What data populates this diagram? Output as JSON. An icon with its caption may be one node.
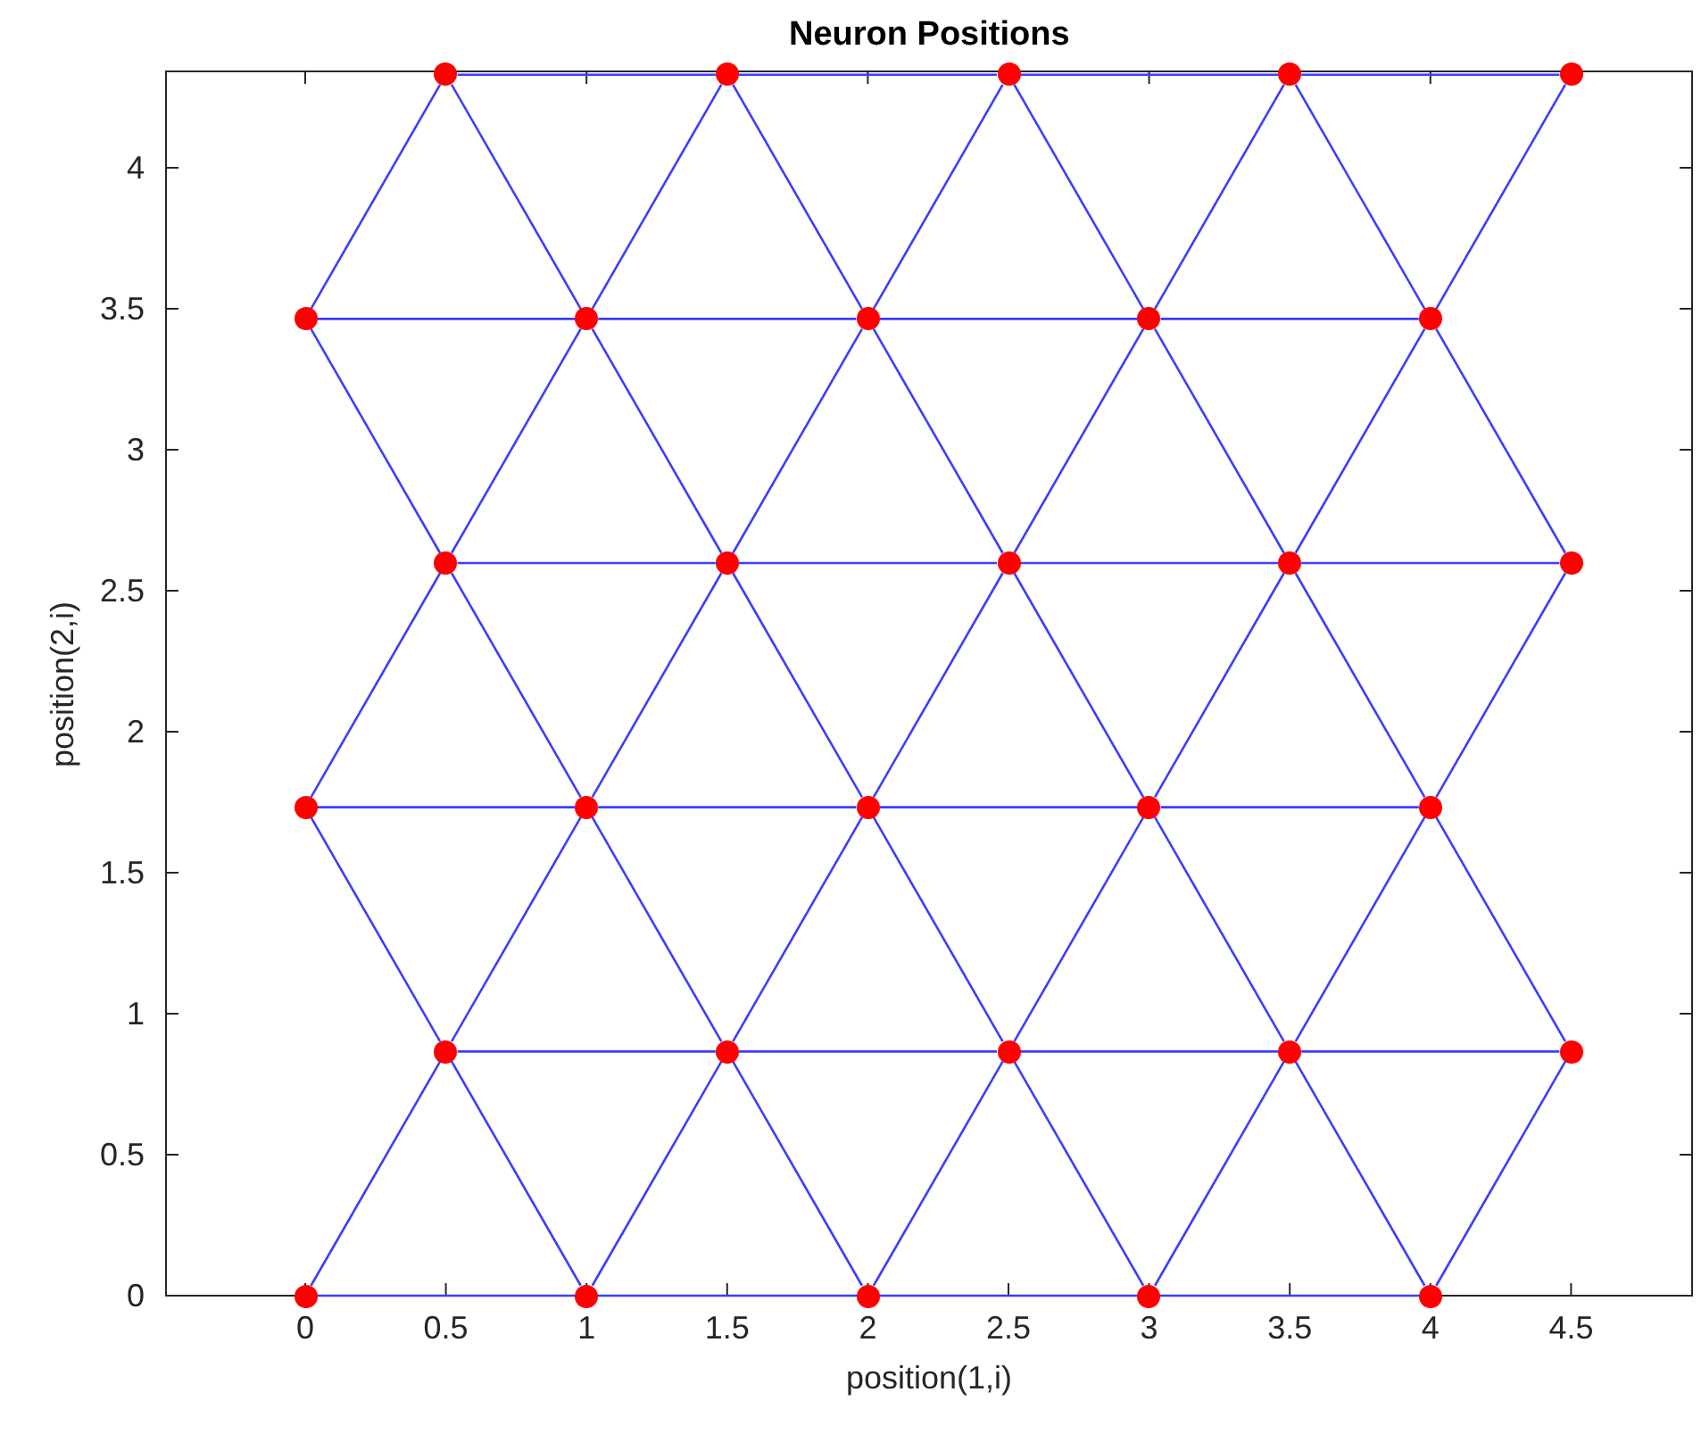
{
  "diagram": {
    "title": "Neuron Positions",
    "nodes": [
      {
        "text": [],
        "shape": "circle"
      },
      {
        "text": [],
        "shape": "circle"
      },
      {
        "text": [],
        "shape": "circle"
      },
      {
        "text": [],
        "shape": "circle"
      },
      {
        "text": [],
        "shape": "circle"
      },
      {
        "text": [],
        "shape": "circle"
      },
      {
        "text": [],
        "shape": "circle"
      },
      {
        "text": [],
        "shape": "circle"
      },
      {
        "text": [],
        "shape": "circle"
      },
      {
        "text": [],
        "shape": "circle"
      },
      {
        "text": [],
        "shape": "circle"
      },
      {
        "text": [],
        "shape": "circle"
      },
      {
        "text": [],
        "shape": "circle"
      },
      {
        "text": [],
        "shape": "circle"
      },
      {
        "text": [],
        "shape": "circle"
      },
      {
        "text": [],
        "shape": "circle"
      },
      {
        "text": [],
        "shape": "circle"
      },
      {
        "text": [],
        "shape": "circle"
      },
      {
        "text": [],
        "shape": "circle"
      },
      {
        "text": [],
        "shape": "circle"
      },
      {
        "text": [],
        "shape": "circle"
      },
      {
        "text": [],
        "shape": "circle"
      },
      {
        "text": [],
        "shape": "circle"
      },
      {
        "text": [],
        "shape": "circle"
      },
      {
        "text": [],
        "shape": "circle"
      },
      {
        "text": [],
        "shape": "circle"
      },
      {
        "text": [],
        "shape": "circle"
      },
      {
        "text": [],
        "shape": "circle"
      },
      {
        "text": [],
        "shape": "circle"
      },
      {
        "text": [],
        "shape": "circle"
      }
    ],
    "edges": [
      {
        "from": 0,
        "to": 1,
        "arrow": "none"
      },
      {
        "from": 1,
        "to": 2,
        "arrow": "none"
      },
      {
        "from": 2,
        "to": 3,
        "arrow": "none"
      },
      {
        "from": 3,
        "to": 4,
        "arrow": "none"
      },
      {
        "from": 0,
        "to": 5,
        "arrow": "none"
      },
      {
        "from": 0,
        "to": 6,
        "arrow": "none"
      },
      {
        "from": 1,
        "to": 6,
        "arrow": "none"
      },
      {
        "from": 1,
        "to": 7,
        "arrow": "none"
      },
      {
        "from": 2,
        "to": 7,
        "arrow": "none"
      },
      {
        "from": 2,
        "to": 8,
        "arrow": "none"
      },
      {
        "from": 3,
        "to": 8,
        "arrow": "none"
      },
      {
        "from": 3,
        "to": 9,
        "arrow": "none"
      },
      {
        "from": 4,
        "to": 9,
        "arrow": "none"
      },
      {
        "from": 5,
        "to": 6,
        "arrow": "none"
      },
      {
        "from": 6,
        "to": 7,
        "arrow": "none"
      },
      {
        "from": 7,
        "to": 8,
        "arrow": "none"
      },
      {
        "from": 8,
        "to": 9,
        "arrow": "none"
      },
      {
        "from": 5,
        "to": 10,
        "arrow": "none"
      },
      {
        "from": 6,
        "to": 10,
        "arrow": "none"
      },
      {
        "from": 6,
        "to": 11,
        "arrow": "none"
      },
      {
        "from": 7,
        "to": 11,
        "arrow": "none"
      },
      {
        "from": 7,
        "to": 12,
        "arrow": "none"
      },
      {
        "from": 8,
        "to": 12,
        "arrow": "none"
      },
      {
        "from": 8,
        "to": 13,
        "arrow": "none"
      },
      {
        "from": 9,
        "to": 13,
        "arrow": "none"
      },
      {
        "from": 9,
        "to": 14,
        "arrow": "none"
      },
      {
        "from": 10,
        "to": 11,
        "arrow": "none"
      },
      {
        "from": 11,
        "to": 12,
        "arrow": "none"
      },
      {
        "from": 12,
        "to": 13,
        "arrow": "none"
      },
      {
        "from": 13,
        "to": 14,
        "arrow": "none"
      },
      {
        "from": 10,
        "to": 15,
        "arrow": "none"
      },
      {
        "from": 10,
        "to": 16,
        "arrow": "none"
      },
      {
        "from": 11,
        "to": 16,
        "arrow": "none"
      },
      {
        "from": 11,
        "to": 17,
        "arrow": "none"
      },
      {
        "from": 12,
        "to": 17,
        "arrow": "none"
      },
      {
        "from": 12,
        "to": 18,
        "arrow": "none"
      },
      {
        "from": 13,
        "to": 18,
        "arrow": "none"
      },
      {
        "from": 13,
        "to": 19,
        "arrow": "none"
      },
      {
        "from": 14,
        "to": 19,
        "arrow": "none"
      },
      {
        "from": 15,
        "to": 16,
        "arrow": "none"
      },
      {
        "from": 16,
        "to": 17,
        "arrow": "none"
      },
      {
        "from": 17,
        "to": 18,
        "arrow": "none"
      },
      {
        "from": 18,
        "to": 19,
        "arrow": "none"
      },
      {
        "from": 15,
        "to": 20,
        "arrow": "none"
      },
      {
        "from": 16,
        "to": 20,
        "arrow": "none"
      },
      {
        "from": 16,
        "to": 21,
        "arrow": "none"
      },
      {
        "from": 17,
        "to": 21,
        "arrow": "none"
      },
      {
        "from": 17,
        "to": 22,
        "arrow": "none"
      },
      {
        "from": 18,
        "to": 22,
        "arrow": "none"
      },
      {
        "from": 18,
        "to": 23,
        "arrow": "none"
      },
      {
        "from": 19,
        "to": 23,
        "arrow": "none"
      },
      {
        "from": 19,
        "to": 24,
        "arrow": "none"
      },
      {
        "from": 20,
        "to": 21,
        "arrow": "none"
      },
      {
        "from": 21,
        "to": 22,
        "arrow": "none"
      },
      {
        "from": 22,
        "to": 23,
        "arrow": "none"
      },
      {
        "from": 23,
        "to": 24,
        "arrow": "none"
      },
      {
        "from": 20,
        "to": 25,
        "arrow": "none"
      },
      {
        "from": 20,
        "to": 26,
        "arrow": "none"
      },
      {
        "from": 21,
        "to": 26,
        "arrow": "none"
      },
      {
        "from": 21,
        "to": 27,
        "arrow": "none"
      },
      {
        "from": 22,
        "to": 27,
        "arrow": "none"
      },
      {
        "from": 22,
        "to": 28,
        "arrow": "none"
      },
      {
        "from": 23,
        "to": 28,
        "arrow": "none"
      },
      {
        "from": 23,
        "to": 29,
        "arrow": "none"
      },
      {
        "from": 24,
        "to": 29,
        "arrow": "none"
      },
      {
        "from": 25,
        "to": 26,
        "arrow": "none"
      },
      {
        "from": 26,
        "to": 27,
        "arrow": "none"
      },
      {
        "from": 27,
        "to": 28,
        "arrow": "none"
      },
      {
        "from": 28,
        "to": 29,
        "arrow": "none"
      }
    ],
    "labels": [
      "4",
      "3.5",
      "3",
      "2.5",
      "2",
      "1.5",
      "1",
      "0.5",
      "0",
      "position(2,i)",
      "0",
      "0.5",
      "1",
      "1.5",
      "2",
      "2.5",
      "3",
      "3.5",
      "4",
      "4.5",
      "position(1,i)"
    ]
  }
}
